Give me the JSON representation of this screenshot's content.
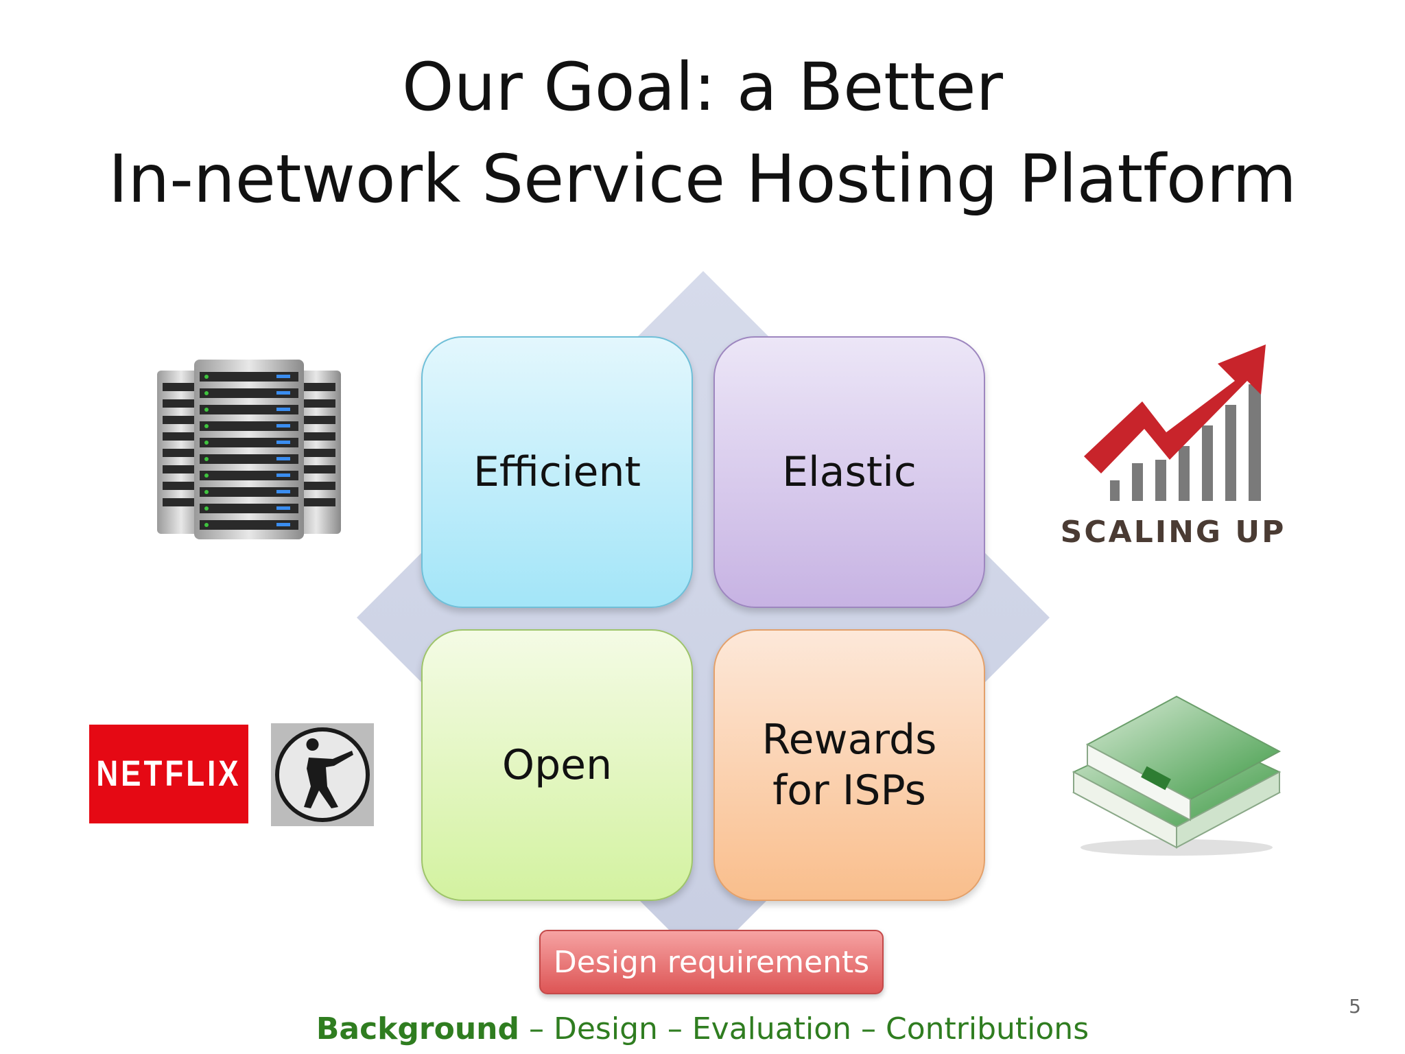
{
  "title": {
    "line1": "Our Goal: a Better",
    "line2": "In-network Service Hosting Platform"
  },
  "diagram": {
    "center_label": "Design requirements",
    "quadrants": [
      {
        "id": "efficient",
        "label": "Efficient",
        "color": "#a3e5f8"
      },
      {
        "id": "elastic",
        "label": "Elastic",
        "color": "#c7b3e3"
      },
      {
        "id": "open",
        "label": "Open",
        "color": "#d3f2a0"
      },
      {
        "id": "rewards",
        "label": "Rewards\nfor ISPs",
        "color": "#f9be8c"
      }
    ],
    "backdrop_color": "#cdd3e6"
  },
  "images": {
    "servers": "server-rack-icon",
    "scaling": {
      "icon": "scaling-up-arrow-icon",
      "text": "SCALING UP"
    },
    "netflix": {
      "icon": "netflix-logo",
      "text": "NETFLIX"
    },
    "counter_strike": "counter-strike-logo",
    "money": "euro-banknotes-icon"
  },
  "page_number": "5",
  "footer": {
    "current": "Background",
    "rest": " – Design – Evaluation – Contributions",
    "color": "#2f7d20"
  }
}
